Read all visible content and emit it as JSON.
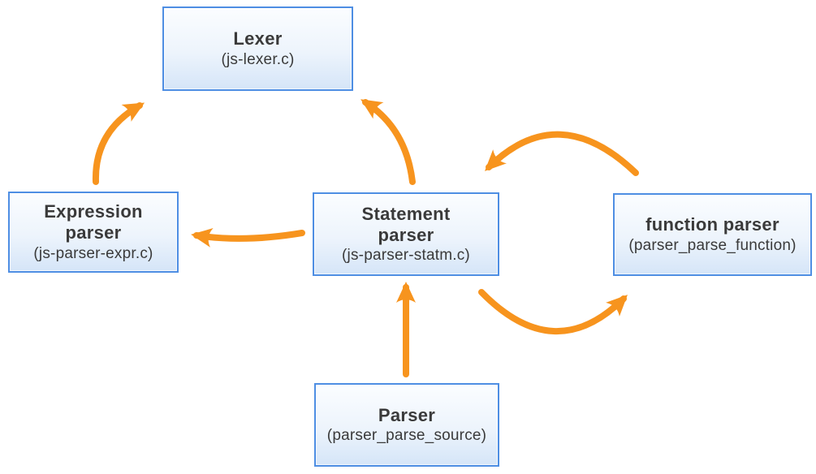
{
  "colors": {
    "arrow": "#F7941E",
    "box-border": "#4E8EE3",
    "box-fill-top": "#FBFDFF",
    "box-fill-mid": "#EDF4FC",
    "box-fill-bottom": "#D5E5F8",
    "text": "#3A3A3A",
    "background": "#FFFFFF"
  },
  "nodes": {
    "lexer": {
      "title": "Lexer",
      "subtitle": "(js-lexer.c)"
    },
    "expression": {
      "title": "Expression\nparser",
      "subtitle": "(js-parser-expr.c)"
    },
    "statement": {
      "title": "Statement\nparser",
      "subtitle": "(js-parser-statm.c)"
    },
    "function": {
      "title": "function parser",
      "subtitle": "(parser_parse_function)"
    },
    "parser": {
      "title": "Parser",
      "subtitle": "(parser_parse_source)"
    }
  },
  "edges": [
    {
      "from": "expression",
      "to": "lexer"
    },
    {
      "from": "statement",
      "to": "lexer"
    },
    {
      "from": "statement",
      "to": "expression"
    },
    {
      "from": "function",
      "to": "statement"
    },
    {
      "from": "statement",
      "to": "function"
    },
    {
      "from": "parser",
      "to": "statement"
    }
  ]
}
